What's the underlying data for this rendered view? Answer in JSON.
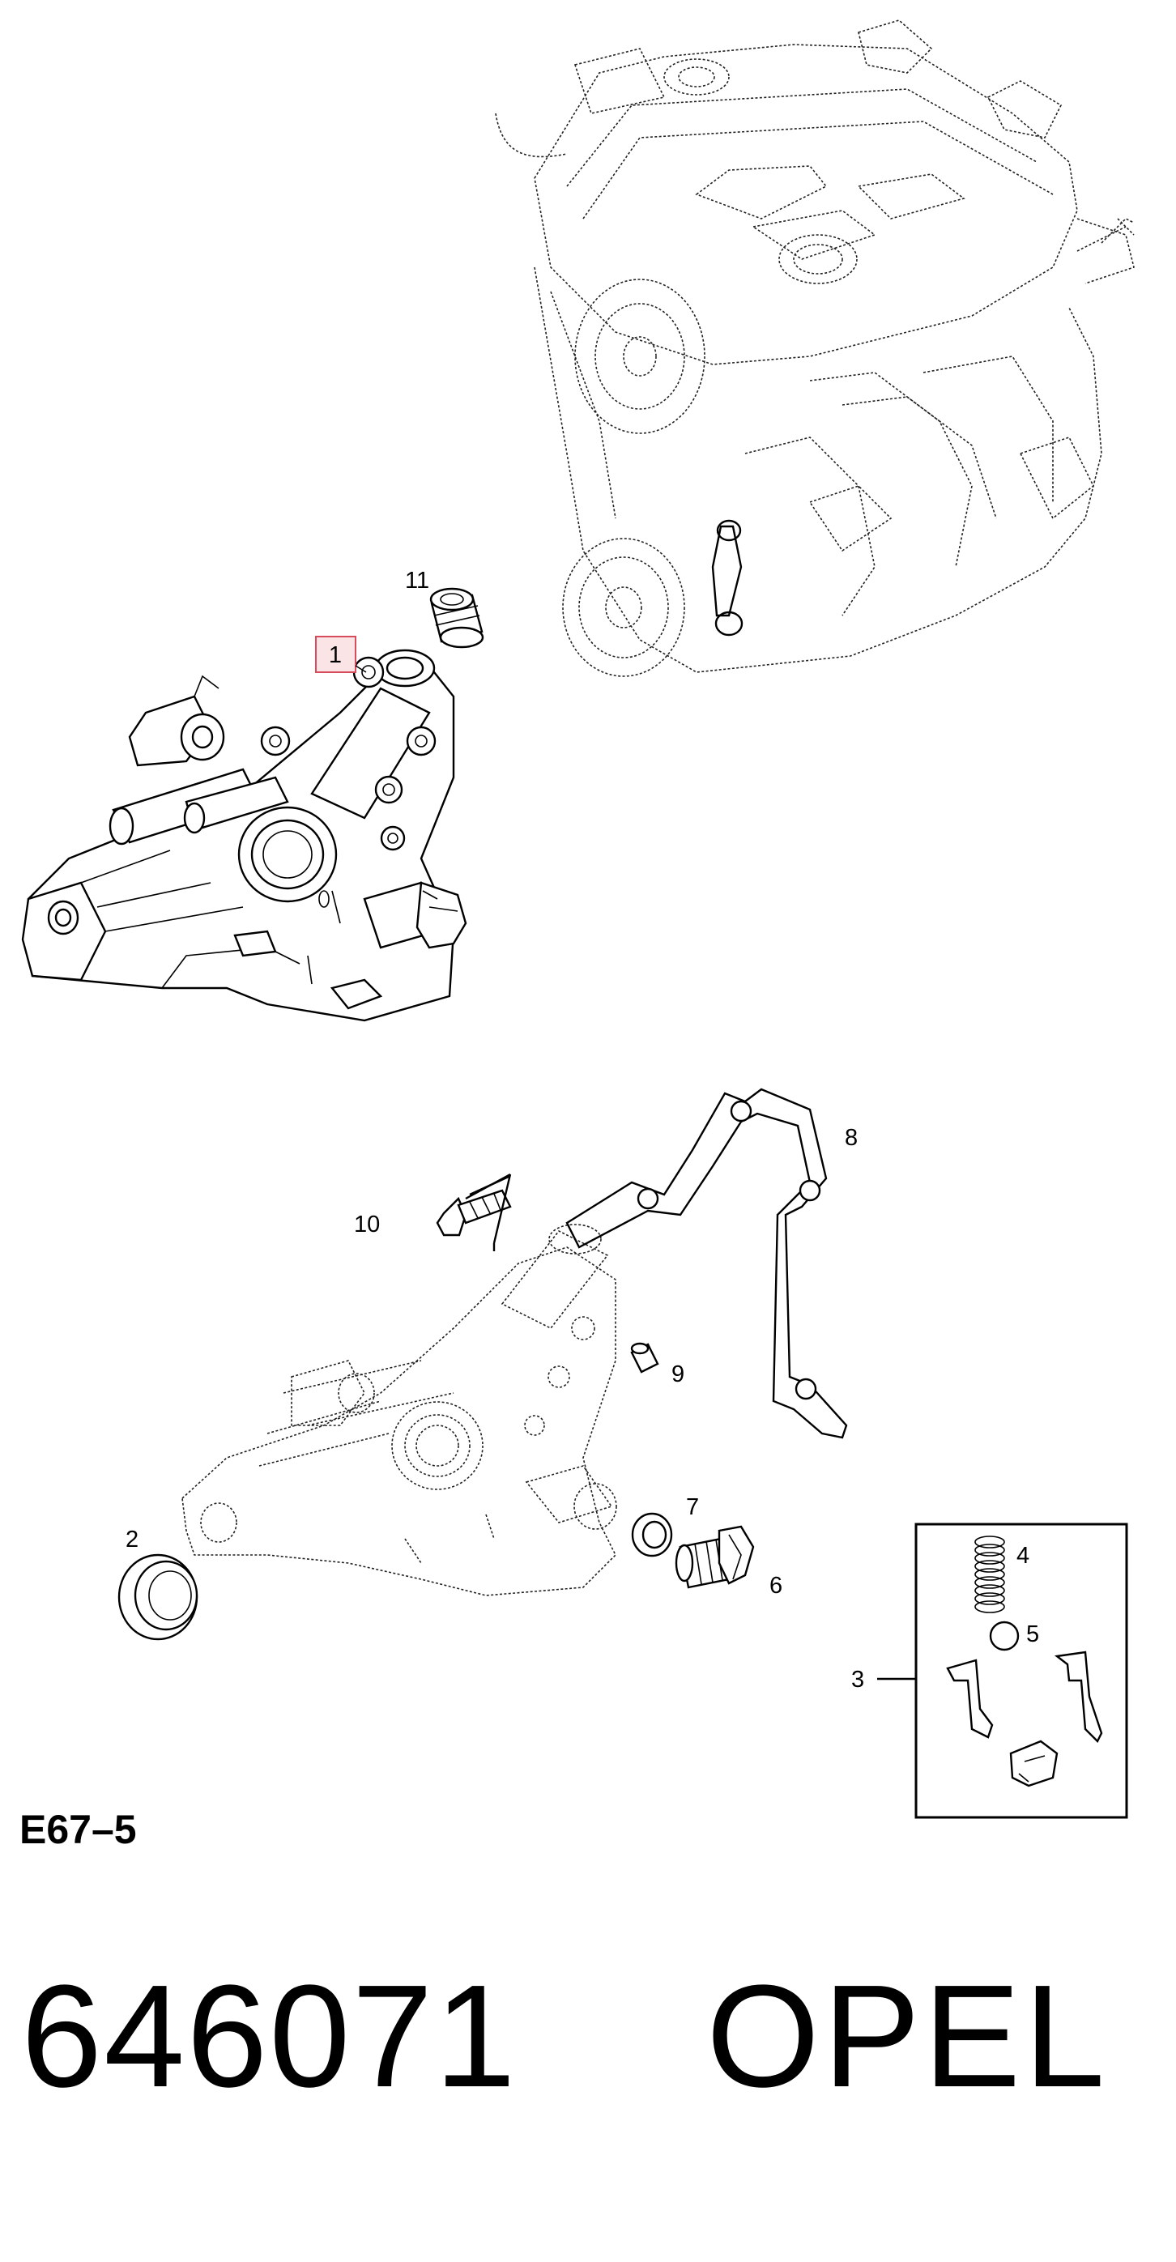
{
  "diagram": {
    "code": "E67–5",
    "callouts": {
      "c1": "1",
      "c2": "2",
      "c3": "3",
      "c4": "4",
      "c5": "5",
      "c6": "6",
      "c7": "7",
      "c8": "8",
      "c9": "9",
      "c10": "10",
      "c11": "11"
    },
    "highlight_color": "#d94b5a"
  },
  "footer": {
    "part_number": "646071",
    "brand": "OPEL"
  }
}
